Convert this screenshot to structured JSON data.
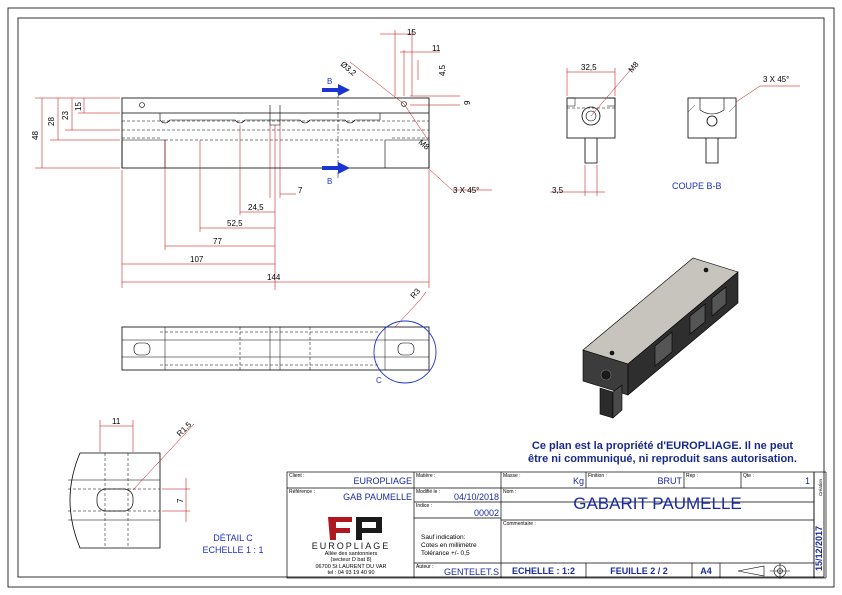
{
  "drawing": {
    "notice_line1": "Ce plan est la propriété d'EUROPLIAGE. Il ne peut",
    "notice_line2": "être ni communiqué, ni reproduit sans autorisation.",
    "section_label": "COUPE B-B",
    "detail_label_line1": "DÉTAIL C",
    "detail_label_line2": "ECHELLE 1 : 1",
    "section_marker": "B",
    "detail_marker": "C",
    "dimensions": {
      "d15_top": "15",
      "d11_top": "11",
      "d4_5": "4,5",
      "d9": "9",
      "phi3_2": "Ø3,2",
      "m8_front": "M8",
      "d48": "48",
      "d28": "28",
      "d23": "23",
      "d15_left": "15",
      "d7": "7",
      "d24_5": "24,5",
      "d52_5": "52,5",
      "d77": "77",
      "d107": "107",
      "d144": "144",
      "chamfer_front": "3 X 45°",
      "d32_5": "32,5",
      "m8_side": "M8",
      "d3_5": "3,5",
      "chamfer_section": "3 X 45°",
      "r3": "R3",
      "d11_detail": "11",
      "r1_5": "R1,5",
      "d7_detail": "7"
    }
  },
  "title_block": {
    "client_label": "Client :",
    "client_value": "EUROPLIAGE",
    "reference_label": "Référence :",
    "reference_value": "GAB PAUMELLE",
    "matiere_label": "Matière :",
    "modifie_label": "Modifié le :",
    "modifie_value": "04/10/2018",
    "indice_label": "Indice :",
    "indice_value": "00002",
    "masse_label": "Masse :",
    "masse_value": "Kg",
    "finition_label": "Finition :",
    "finition_value": "BRUT",
    "rep_label": "Rep :",
    "qte_label": "Qte :",
    "qte_value": "1",
    "nom_label": "Nom :",
    "nom_value": "GABARIT PAUMELLE",
    "commentaire_label": "Commentaire :",
    "sauf_line1": "Sauf indication:",
    "sauf_line2": "Cotes en millimètre",
    "sauf_line3": "Tolérance +/- 0,5",
    "auteur_label": "Auteur :",
    "auteur_value": "GENTELET.S",
    "echelle": "ECHELLE : 1:2",
    "feuille": "FEUILLE 2 / 2",
    "format": "A4",
    "date": "15/12/2017",
    "creation_label": "Création",
    "logo_text": "EUROPLIAGE",
    "address_line1": "Allée des santonniers",
    "address_line2": "(secteur D bat 8)",
    "address_line3": "06700 St LAURENT DU VAR",
    "address_line4": "tel : 04 93 19 40 90"
  }
}
